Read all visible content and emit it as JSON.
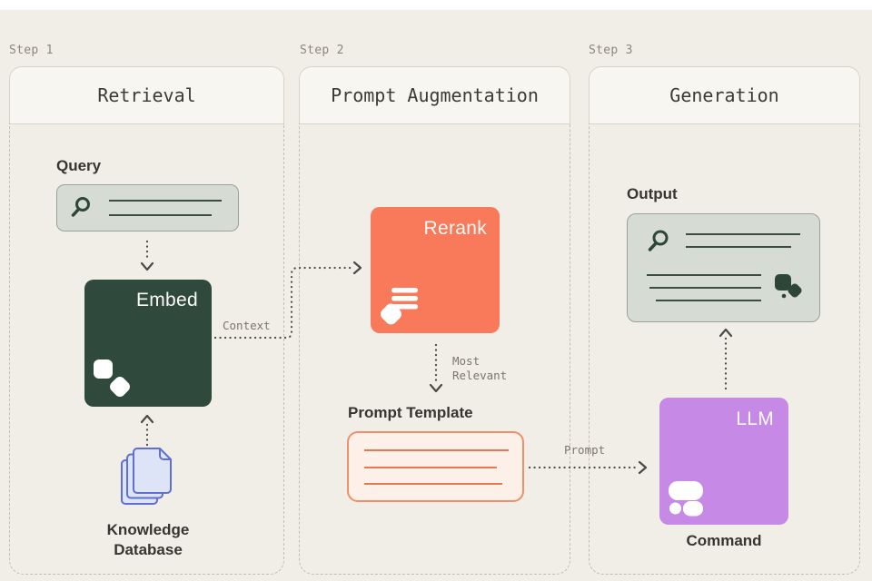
{
  "steps": [
    {
      "step": "Step 1",
      "title": "Retrieval"
    },
    {
      "step": "Step 2",
      "title": "Prompt Augmentation"
    },
    {
      "step": "Step 3",
      "title": "Generation"
    }
  ],
  "nodes": {
    "query": "Query",
    "embed": "Embed",
    "knowledge_database": "Knowledge Database",
    "rerank": "Rerank",
    "prompt_template": "Prompt Template",
    "llm": "LLM",
    "command": "Command",
    "output": "Output"
  },
  "edge_labels": {
    "context": "Context",
    "most_relevant": "Most Relevant",
    "prompt": "Prompt"
  },
  "icons": {
    "query_box": "search-icon",
    "embed_box": "embed-shapes-icon",
    "knowledge": "document-stack-icon",
    "rerank_box": "ranked-list-icon",
    "llm_box": "cohere-blobs-icon",
    "output_box": "search-result-icon"
  },
  "colors": {
    "background": "#f1ede7",
    "panel": "#f8f6f0",
    "embed_green": "#2f4a3c",
    "rerank_coral": "#f87a5b",
    "llm_purple": "#c689e6",
    "field_green_gray": "#d6dcd4",
    "template_fill": "#fdf0e8",
    "template_border": "#ef9068",
    "document_blue": "#5f6fd3",
    "arrow_gray": "#4c4a44"
  }
}
